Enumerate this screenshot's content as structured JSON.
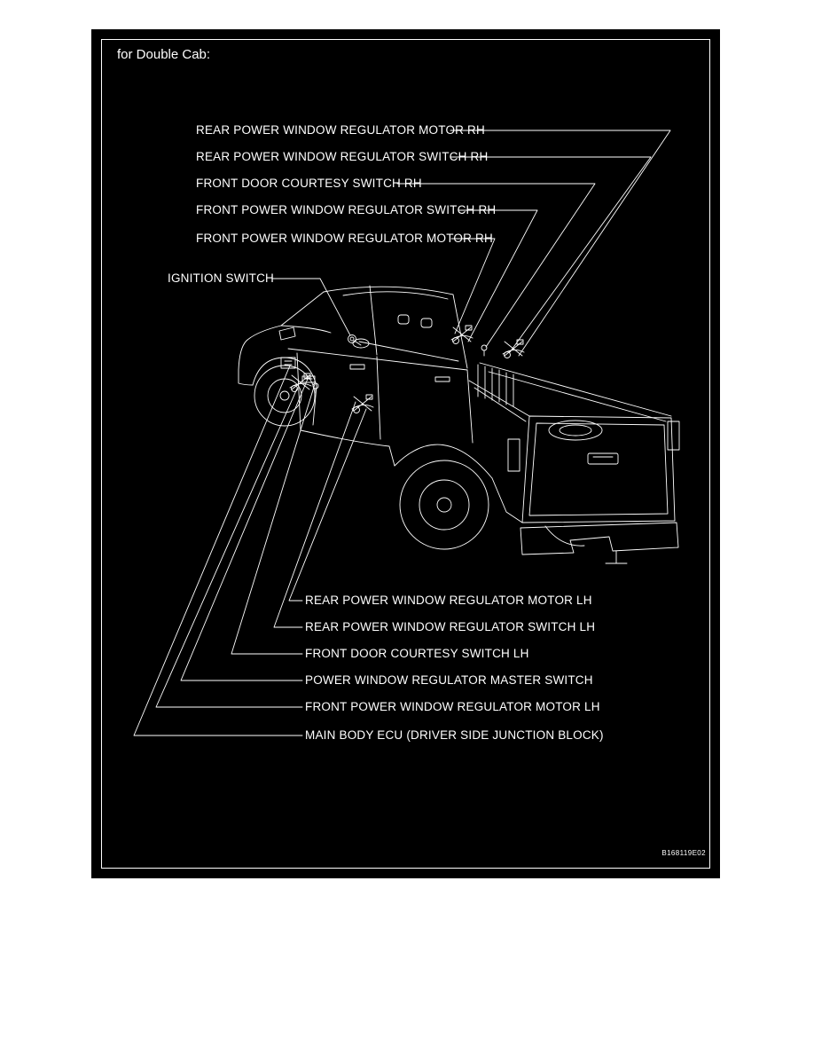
{
  "diagram": {
    "caption": "for Double Cab:",
    "figure_code": "B168119E02",
    "labels_top": [
      "REAR POWER WINDOW REGULATOR MOTOR RH",
      "REAR POWER WINDOW REGULATOR SWITCH RH",
      "FRONT DOOR COURTESY SWITCH RH",
      "FRONT POWER WINDOW REGULATOR SWITCH RH",
      "FRONT POWER WINDOW REGULATOR MOTOR RH"
    ],
    "label_ignition": "IGNITION SWITCH",
    "labels_bottom": [
      "REAR POWER WINDOW REGULATOR MOTOR LH",
      "REAR POWER WINDOW REGULATOR SWITCH LH",
      "FRONT DOOR COURTESY SWITCH LH",
      "POWER WINDOW REGULATOR MASTER SWITCH",
      "FRONT POWER WINDOW REGULATOR MOTOR LH",
      "MAIN BODY ECU (DRIVER SIDE JUNCTION BLOCK)"
    ],
    "colors": {
      "background": "#000000",
      "line": "#ffffff",
      "page": "#ffffff"
    }
  }
}
